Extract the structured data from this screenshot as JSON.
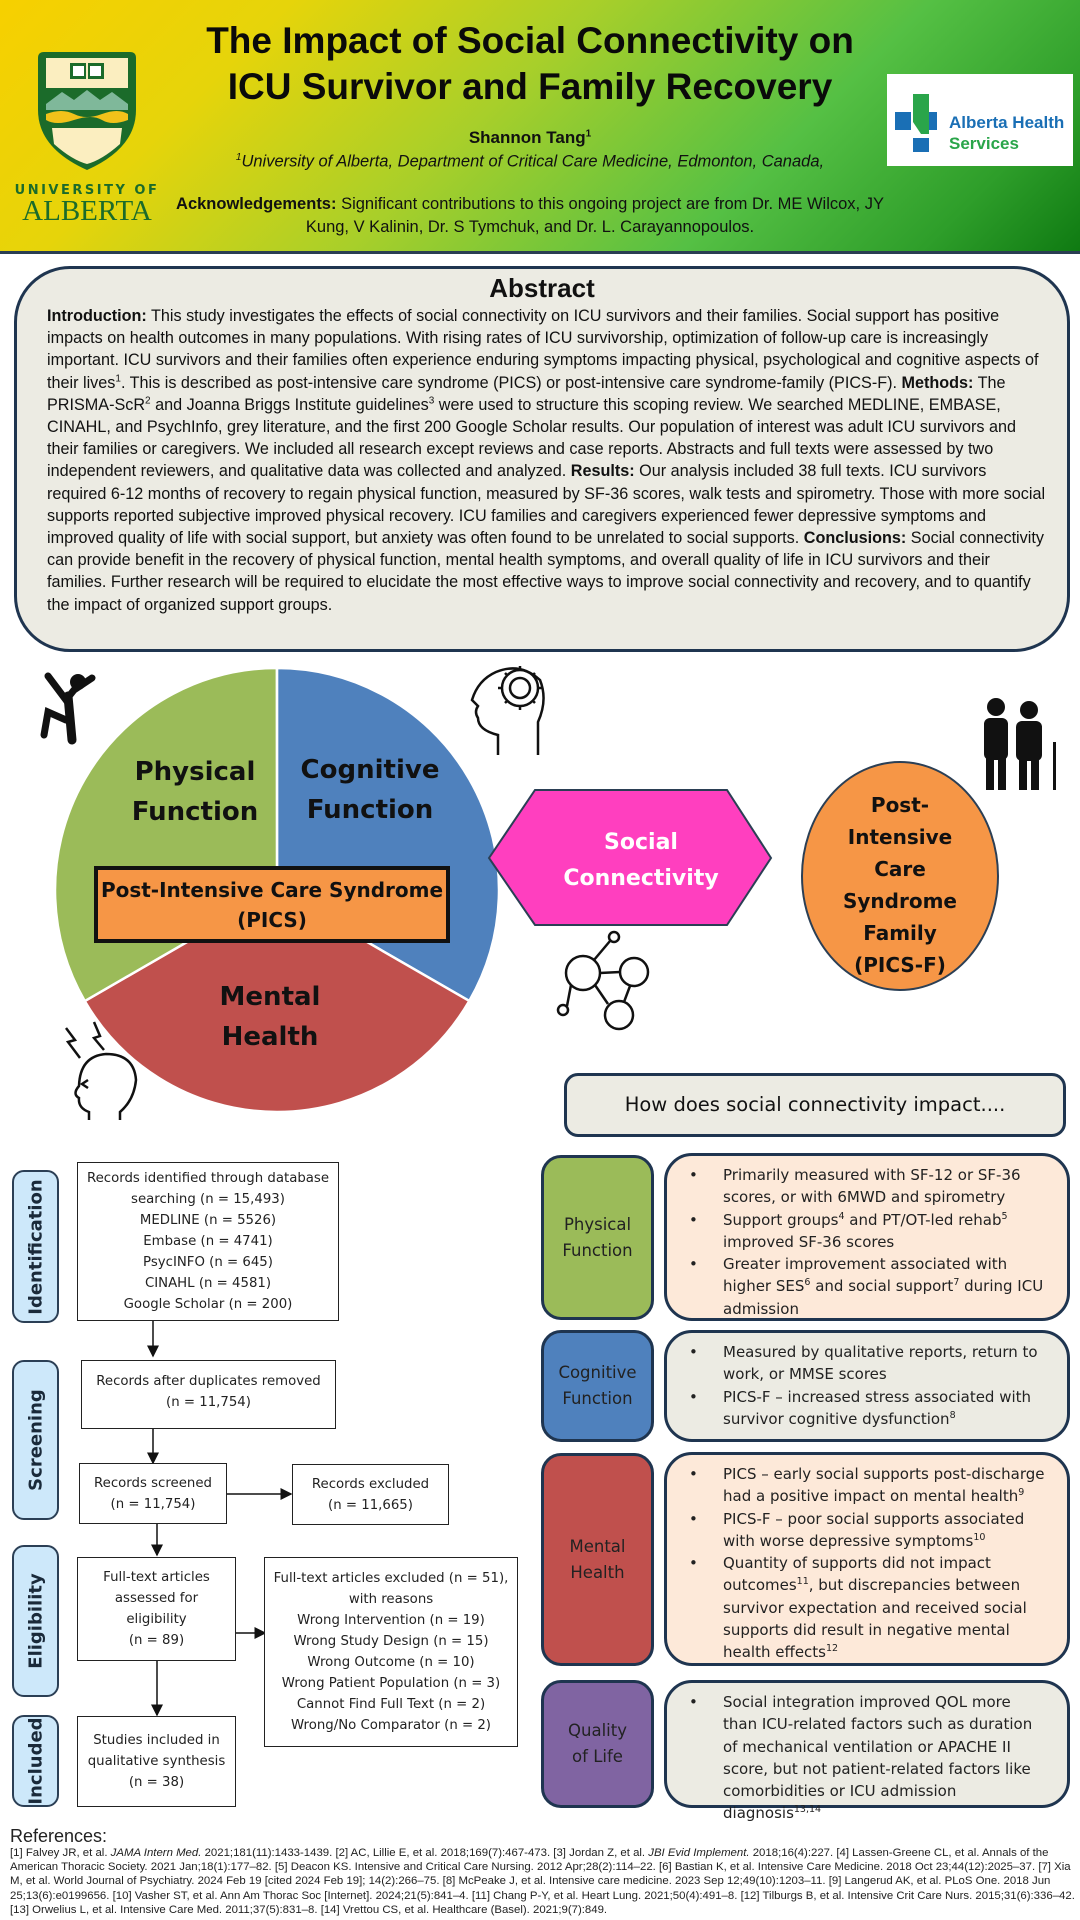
{
  "header": {
    "title_line1": "The Impact of Social Connectivity on",
    "title_line2": "ICU Survivor and Family Recovery",
    "author": "Shannon Tang",
    "author_sup": "1",
    "affiliation_sup": "1",
    "affiliation": "University of Alberta, Department of Critical Care Medicine, Edmonton, Canada,",
    "ack_label": "Acknowledgements:",
    "ack_text": " Significant contributions to this ongoing project are from Dr. ME Wilcox, JY Kung, V Kalinin, Dr. S Tymchuk, and Dr. L. Carayannopoulos.",
    "logo_left": {
      "line1": "UNIVERSITY OF",
      "line2": "ALBERTA"
    },
    "logo_right": {
      "line1": "Alberta Health",
      "line2": "Services"
    }
  },
  "abstract": {
    "title": "Abstract",
    "intro_label": "Introduction:",
    "intro_text_a": " This study investigates the effects of social connectivity on ICU survivors and their families. Social support has positive impacts on health outcomes in many populations. With rising rates of ICU survivorship, optimization of follow-up care is increasingly important. ICU survivors and their families often experience enduring symptoms impacting physical, psychological and cognitive aspects of their lives",
    "intro_sup": "1",
    "intro_text_b": ". This is described as post-intensive care syndrome (PICS) or post-intensive care syndrome-family (PICS-F). ",
    "methods_label": "Methods:",
    "methods_text_a": " The PRISMA-ScR",
    "methods_sup_a": "2",
    "methods_text_b": " and Joanna Briggs Institute guidelines",
    "methods_sup_b": "3",
    "methods_text_c": " were used to structure this scoping review. We searched MEDLINE, EMBASE, CINAHL, and PsychInfo, grey literature, and the first 200 Google Scholar results. Our population of interest was adult ICU survivors and their families or caregivers. We included all research except reviews and case reports. Abstracts and full texts were assessed by two independent reviewers, and qualitative data was collected and analyzed. ",
    "results_label": "Results:",
    "results_text": " Our analysis included 38 full texts. ICU survivors required 6-12 months of recovery to regain physical function, measured by SF-36 scores, walk tests and spirometry. Those with more social supports reported subjective improved physical recovery. ICU families and caregivers experienced fewer depressive symptoms and improved quality of life with social support, but anxiety was often found to be unrelated to social supports. ",
    "conclusions_label": "Conclusions:",
    "conclusions_text": " Social connectivity can provide benefit in the recovery of physical function, mental health symptoms, and overall quality of life in ICU survivors and their families. Further research will be required to elucidate the most effective ways to improve social connectivity and recovery, and to quantify the impact of organized support groups."
  },
  "diagram": {
    "pie_segments": [
      {
        "label_line1": "Cognitive",
        "label_line2": "Function",
        "share": 0.3333,
        "color": "#4f81bd"
      },
      {
        "label_line1": "Mental",
        "label_line2": "Health",
        "share": 0.3333,
        "color": "#c0504d"
      },
      {
        "label_line1": "Physical",
        "label_line2": "Function",
        "share": 0.3333,
        "color": "#9bbb59"
      }
    ],
    "pics_line1": "Post-Intensive Care Syndrome",
    "pics_line2": "(PICS)",
    "social_line1": "Social",
    "social_line2": "Connectivity",
    "social_color": "#ff3fbf",
    "picsf_lines": [
      "Post-",
      "Intensive",
      "Care",
      "Syndrome",
      "Family",
      "(PICS-F)"
    ],
    "picsf_color": "#f69646"
  },
  "prisma": {
    "stages": [
      "Identification",
      "Screening",
      "Eligibility",
      "Included"
    ],
    "identified": [
      "Records identified through database",
      "searching (n = 15,493)",
      "MEDLINE (n = 5526)",
      "Embase (n = 4741)",
      "PsycINFO (n = 645)",
      "CINAHL (n = 4581)",
      "Google Scholar (n = 200)"
    ],
    "deduplicated": [
      "Records after duplicates removed",
      "(n = 11,754)"
    ],
    "screened": [
      "Records screened",
      "(n = 11,754)"
    ],
    "excluded": [
      "Records excluded",
      "(n = 11,665)"
    ],
    "fulltext": [
      "Full-text articles",
      "assessed for",
      "eligibility",
      "(n = 89)"
    ],
    "fulltext_excluded": [
      "Full-text articles excluded (n = 51),",
      "with reasons",
      "Wrong Intervention (n = 19)",
      "Wrong Study Design (n = 15)",
      "Wrong Outcome (n = 10)",
      "Wrong Patient Population (n = 3)",
      "Cannot Find Full Text (n = 2)",
      "Wrong/No Comparator (n = 2)"
    ],
    "included": [
      "Studies included in",
      "qualitative synthesis",
      "(n = 38)"
    ]
  },
  "impact": {
    "header": "How does social connectivity impact....",
    "categories": [
      {
        "label_line1": "Physical",
        "label_line2": "Function",
        "color": "#9bbb59",
        "detail_bg": "#fde9d9",
        "bullets": [
          {
            "parts": [
              {
                "t": "Primarily measured with SF-12 or SF-36 scores, or with 6MWD and spirometry"
              }
            ]
          },
          {
            "parts": [
              {
                "t": "Support groups"
              },
              {
                "s": "4"
              },
              {
                "t": " and PT/OT-led rehab"
              },
              {
                "s": "5"
              },
              {
                "t": " improved SF-36 scores"
              }
            ]
          },
          {
            "parts": [
              {
                "t": "Greater improvement associated with higher SES"
              },
              {
                "s": "6"
              },
              {
                "t": " and social support"
              },
              {
                "s": "7"
              },
              {
                "t": " during ICU admission"
              }
            ]
          }
        ]
      },
      {
        "label_line1": "Cognitive",
        "label_line2": "Function",
        "color": "#4f81bd",
        "detail_bg": "#ecebe3",
        "bullets": [
          {
            "parts": [
              {
                "t": "Measured by qualitative reports, return to work, or MMSE scores"
              }
            ]
          },
          {
            "parts": [
              {
                "t": "PICS-F – increased stress associated with survivor cognitive dysfunction"
              },
              {
                "s": "8"
              }
            ]
          }
        ]
      },
      {
        "label_line1": "Mental",
        "label_line2": "Health",
        "color": "#c0504d",
        "detail_bg": "#fde9d9",
        "bullets": [
          {
            "parts": [
              {
                "t": "PICS – early social supports post-discharge had a positive impact on mental health"
              },
              {
                "s": "9"
              }
            ]
          },
          {
            "parts": [
              {
                "t": "PICS-F – poor social supports associated with worse depressive symptoms"
              },
              {
                "s": "10"
              }
            ]
          },
          {
            "parts": [
              {
                "t": "Quantity of supports did not impact outcomes"
              },
              {
                "s": "11"
              },
              {
                "t": ", but discrepancies between survivor expectation and received social supports did result in negative mental health effects"
              },
              {
                "s": "12"
              }
            ]
          }
        ]
      },
      {
        "label_line1": "Quality",
        "label_line2": "of Life",
        "color": "#8064a2",
        "detail_bg": "#ecebe3",
        "bullets": [
          {
            "parts": [
              {
                "t": "Social integration improved QOL more than ICU-related factors such as duration of mechanical ventilation or APACHE II score, but not patient-related factors like comorbidities or ICU admission diagnosis"
              },
              {
                "s": "13,14"
              }
            ]
          }
        ]
      }
    ]
  },
  "references": {
    "title": "References:",
    "items": [
      {
        "parts": [
          {
            "t": "[1] Falvey JR, et al. "
          },
          {
            "i": "JAMA Intern Med."
          },
          {
            "t": " 2021;181(11):1433-1439. "
          }
        ]
      },
      {
        "parts": [
          {
            "t": "[2] AC, Lillie E,  et al. 2018;169(7):467-473. "
          }
        ]
      },
      {
        "parts": [
          {
            "t": "[3] Jordan Z, et al. "
          },
          {
            "i": "JBI Evid Implement."
          },
          {
            "t": " 2018;16(4):227. "
          }
        ]
      },
      {
        "parts": [
          {
            "t": "[4] Lassen-Greene CL, et al. Annals of the American Thoracic Society. 2021 Jan;18(1):177–82. "
          }
        ]
      },
      {
        "parts": [
          {
            "t": "[5] Deacon KS. Intensive and Critical Care Nursing. 2012 Apr;28(2):114–22. "
          }
        ]
      },
      {
        "parts": [
          {
            "t": "[6] Bastian K, et al. Intensive Care Medicine. 2018 Oct 23;44(12):2025–37. "
          }
        ]
      },
      {
        "parts": [
          {
            "t": "[7] Xia M, et al. World Journal of Psychiatry. 2024 Feb 19 [cited 2024 Feb 19]; 14(2):266–75. "
          }
        ]
      },
      {
        "parts": [
          {
            "t": "[8] McPeake J, et al. Intensive care medicine. 2023 Sep 12;49(10):1203–11. "
          }
        ]
      },
      {
        "parts": [
          {
            "t": "[9] Langerud AK, et al. PLoS One. 2018 Jun 25;13(6):e0199656. "
          }
        ]
      },
      {
        "parts": [
          {
            "t": "[10] Vasher ST, et al. Ann Am Thorac Soc [Internet]. 2024;21(5):841–4. "
          }
        ]
      },
      {
        "parts": [
          {
            "t": "[11] Chang P-Y, et al. Heart Lung. 2021;50(4):491–8. "
          }
        ]
      },
      {
        "parts": [
          {
            "t": "[12] Tilburgs B, et al. Intensive Crit Care Nurs. 2015;31(6):336–42. "
          }
        ]
      },
      {
        "parts": [
          {
            "t": "[13] Orwelius L, et al. Intensive Care Med. 2011;37(5):831–8. "
          }
        ]
      },
      {
        "parts": [
          {
            "t": "[14] Vrettou CS, et al. Healthcare (Basel). 2021;9(7):849."
          }
        ]
      }
    ]
  }
}
